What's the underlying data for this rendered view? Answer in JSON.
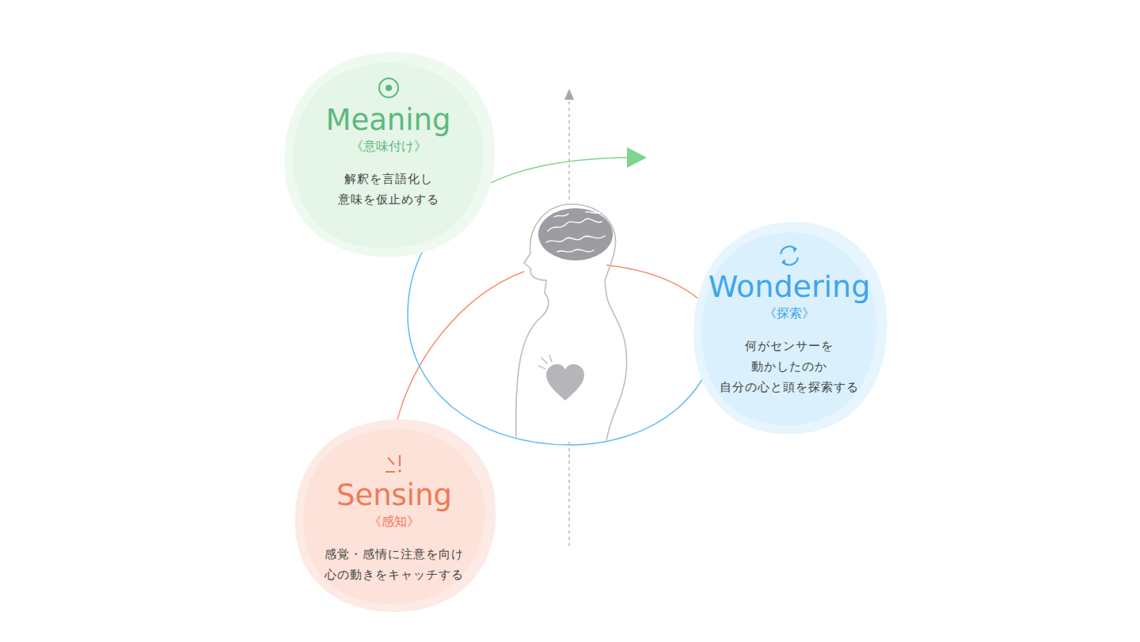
{
  "diagram": {
    "nodes": [
      {
        "text": [
          "Meaning",
          "《意味付け》",
          "解釈を言語化し 意味を仮止めする"
        ]
      },
      {
        "text": [
          "Wondering",
          "《探索》",
          "何がセンサーを 動かしたのか 自分の心と頭を探索する"
        ]
      },
      {
        "text": [
          "Sensing",
          "《感知》",
          "感覚・感情に注意を向け 心の動きをキャッチする"
        ]
      }
    ],
    "edges": [
      {
        "from": 2,
        "to": 1,
        "arrow": "none"
      },
      {
        "from": 1,
        "to": 0,
        "arrow": "none"
      }
    ]
  }
}
